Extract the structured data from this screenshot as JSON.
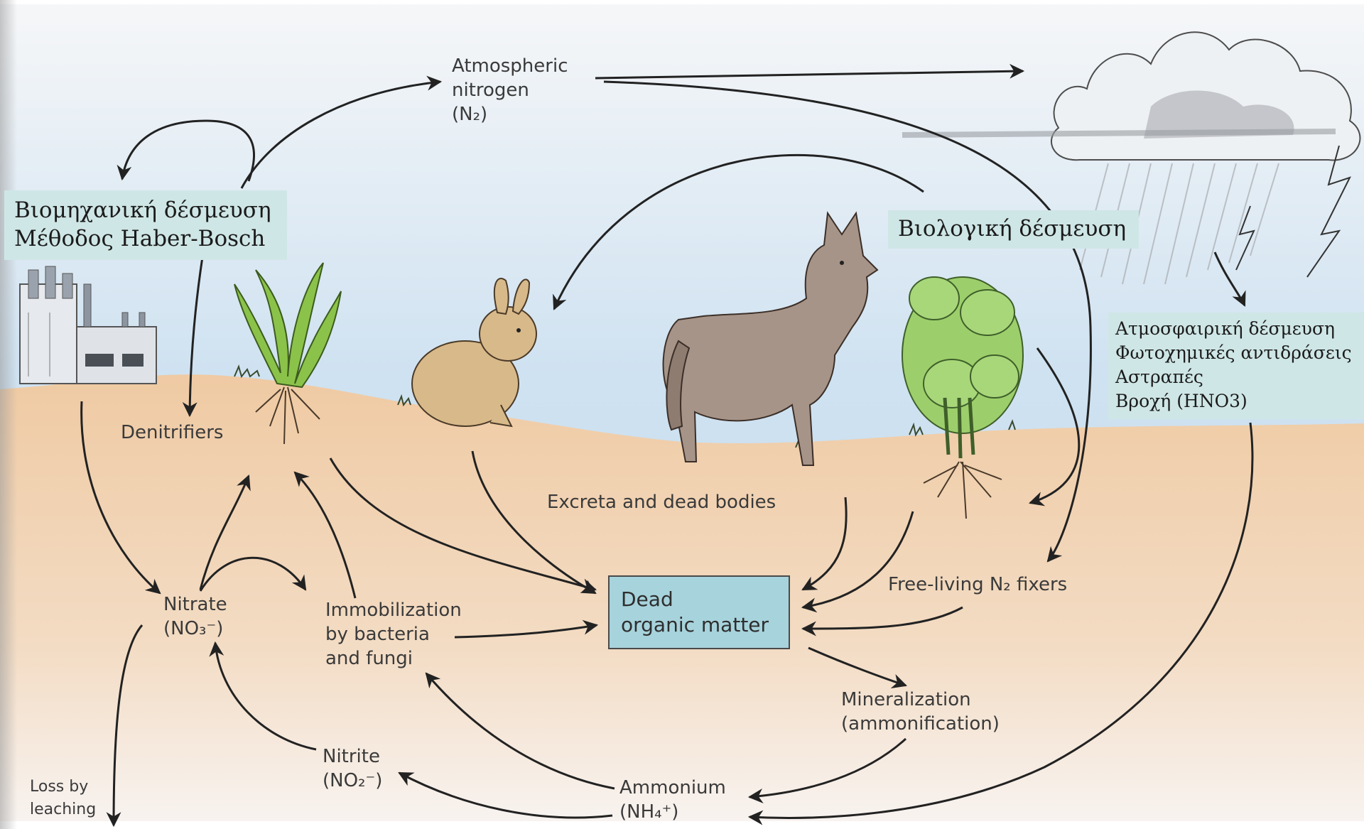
{
  "diagram": {
    "labels": {
      "atmospheric": {
        "line1": "Atmospheric",
        "line2": "nitrogen",
        "line3": "(N₂)"
      },
      "denitrifiers": "Denitrifiers",
      "excreta": "Excreta and dead bodies",
      "free_living": "Free-living N₂ fixers",
      "nitrate": {
        "line1": "Nitrate",
        "line2": "(NO₃⁻)"
      },
      "immobilization": {
        "line1": "Immobilization",
        "line2": "by bacteria",
        "line3": "and fungi"
      },
      "dead_organic": {
        "line1": "Dead",
        "line2": "organic matter"
      },
      "mineralization": {
        "line1": "Mineralization",
        "line2": "(ammonification)"
      },
      "nitrite": {
        "line1": "Nitrite",
        "line2": "(NO₂⁻)"
      },
      "ammonium": {
        "line1": "Ammonium",
        "line2": "(NH₄⁺)"
      },
      "leaching": {
        "line1": "Loss by",
        "line2": "leaching"
      }
    },
    "callouts": {
      "industrial": {
        "line1": "Βιομηχανική δέσμευση",
        "line2": "Μέθοδος Haber-Bosch"
      },
      "biological": "Βιολογική δέσμευση",
      "atmospheric": {
        "line1": "Ατμοσφαιρική δέσμευση",
        "line2": "Φωτοχημικές αντιδράσεις",
        "line3": "Αστραπές",
        "line4": "Βροχή (HNO3)"
      }
    },
    "colors": {
      "sky_top": "#f4f6f8",
      "sky": "#c9dff0",
      "soil": "#ecc9a6",
      "callout_bg": "#cfe6e6",
      "box": "#a7d3dc",
      "arrow": "#222222"
    }
  }
}
